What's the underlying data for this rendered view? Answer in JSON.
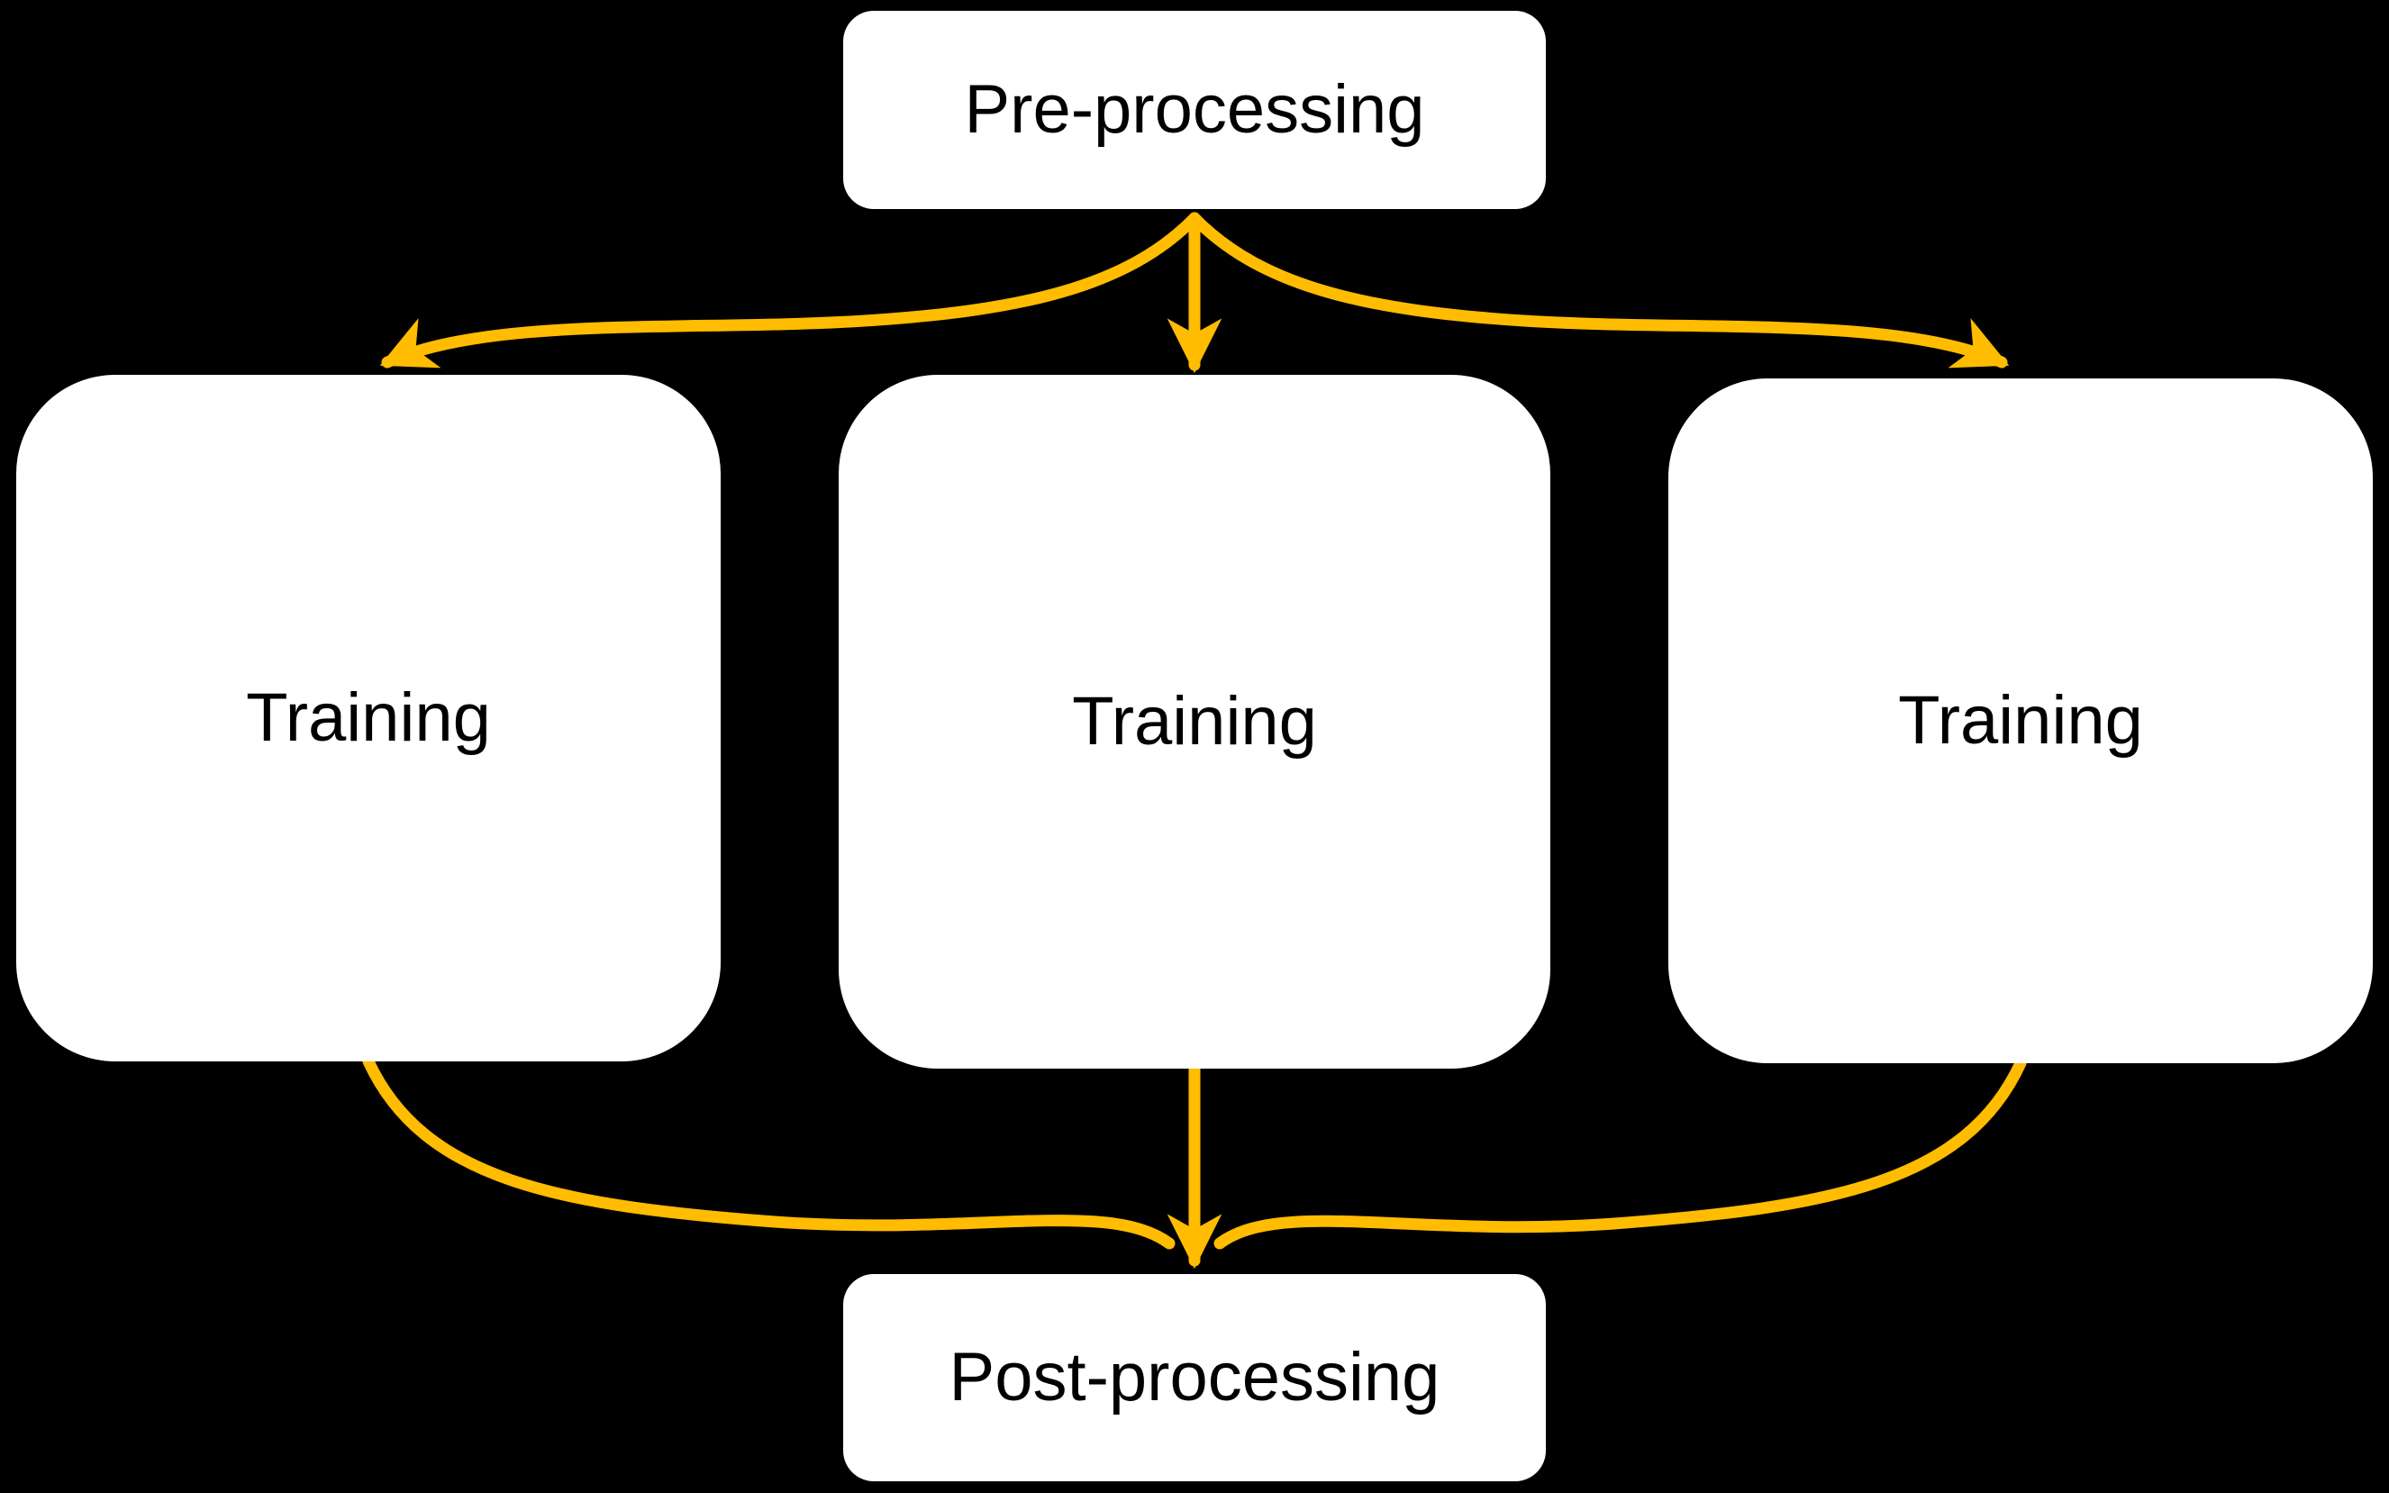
{
  "diagram": {
    "colors": {
      "background": "#000000",
      "arrow": "#FFBC00",
      "node_fill": "#FFFFFF",
      "node_text": "#000000"
    },
    "nodes": [
      {
        "id": "pre-processing",
        "label": "Pre-processing"
      },
      {
        "id": "training-left",
        "label": "Training"
      },
      {
        "id": "training-middle",
        "label": "Training"
      },
      {
        "id": "training-right",
        "label": "Training"
      },
      {
        "id": "post-processing",
        "label": "Post-processing"
      }
    ],
    "edges": [
      {
        "from": "pre-processing",
        "to": "training-left"
      },
      {
        "from": "pre-processing",
        "to": "training-middle"
      },
      {
        "from": "pre-processing",
        "to": "training-right"
      },
      {
        "from": "training-left",
        "to": "post-processing"
      },
      {
        "from": "training-middle",
        "to": "post-processing"
      },
      {
        "from": "training-right",
        "to": "post-processing"
      }
    ]
  }
}
